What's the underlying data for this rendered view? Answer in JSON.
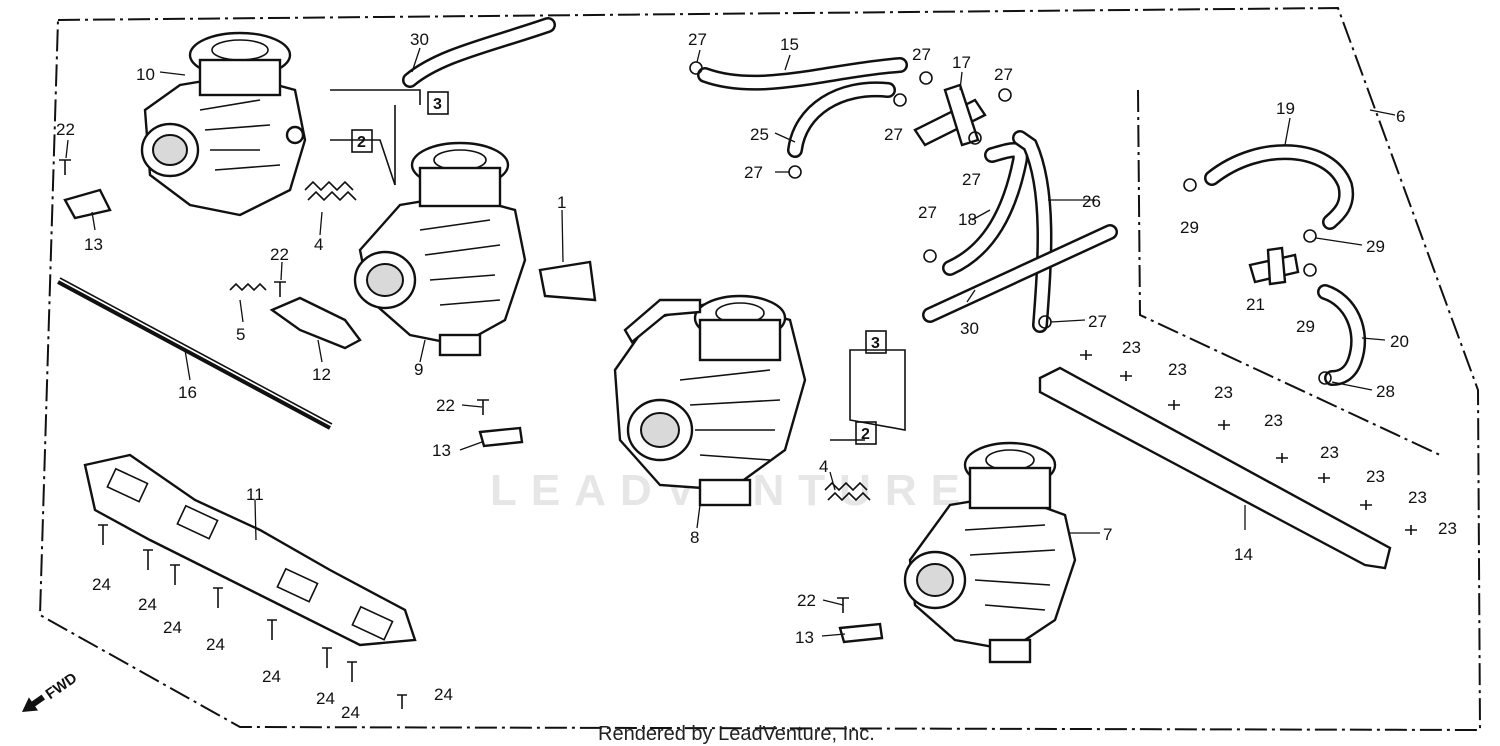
{
  "watermark": "LEADVENTURE",
  "footer": "Rendered by LeadVenture, Inc.",
  "fwd_label": "FWD",
  "callouts": {
    "c10": "10",
    "c30a": "30",
    "c3a": "3",
    "c2a": "2",
    "c22a": "22",
    "c13a": "13",
    "c4a": "4",
    "c22b": "22",
    "c5": "5",
    "c12": "12",
    "c9": "9",
    "c1": "1",
    "c16": "16",
    "c22c": "22",
    "c13b": "13",
    "c8": "8",
    "c3b": "3",
    "c2b": "2",
    "c4b": "4",
    "c11": "11",
    "c24a": "24",
    "c24b": "24",
    "c24c": "24",
    "c24d": "24",
    "c24e": "24",
    "c24f": "24",
    "c24g": "24",
    "c24h": "24",
    "c22d": "22",
    "c13c": "13",
    "c7": "7",
    "c27a": "27",
    "c15": "15",
    "c25": "25",
    "c27b": "27",
    "c27c": "27",
    "c17": "17",
    "c27d": "27",
    "c27e": "27",
    "c27f": "27",
    "c18": "18",
    "c26": "26",
    "c27g": "27",
    "c30b": "30",
    "c27h": "27",
    "c6": "6",
    "c19": "19",
    "c29a": "29",
    "c29b": "29",
    "c21": "21",
    "c29c": "29",
    "c20": "20",
    "c28": "28",
    "c23a": "23",
    "c23b": "23",
    "c23c": "23",
    "c23d": "23",
    "c23e": "23",
    "c23f": "23",
    "c23g": "23",
    "c23h": "23",
    "c14": "14"
  },
  "icons": [
    "carburetor-icon",
    "hose-icon",
    "clip-icon",
    "spring-icon",
    "screw-icon",
    "bracket-icon",
    "plate-icon",
    "rod-icon",
    "joint-icon",
    "fwd-arrow-icon"
  ]
}
